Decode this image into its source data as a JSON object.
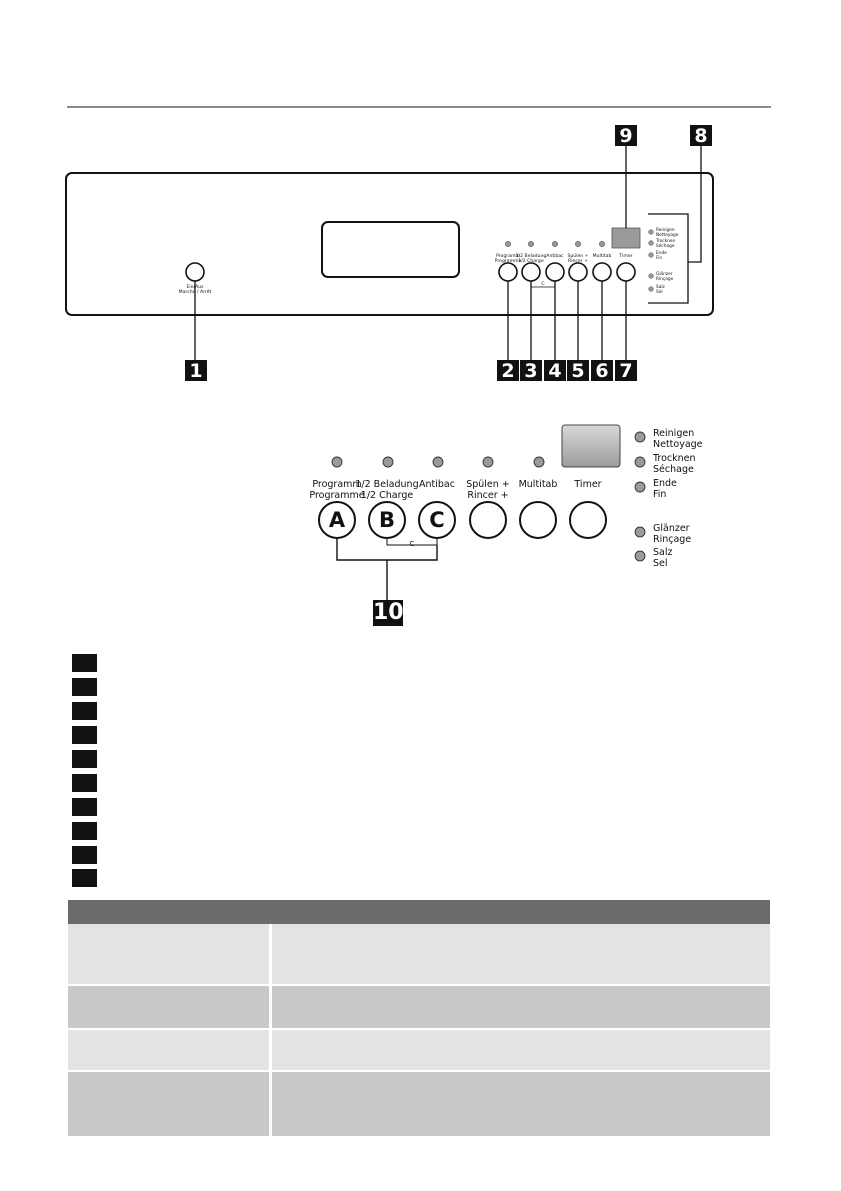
{
  "panel": {
    "onoff_label_1": "Ein/Aus",
    "onoff_label_2": "Marche / Arrêt",
    "buttons": [
      {
        "l1": "Programm",
        "l2": "Programme"
      },
      {
        "l1": "1/2 Beladung",
        "l2": "1/2 Charge"
      },
      {
        "l1": "Antibac",
        "l2": ""
      },
      {
        "l1": "Spülen +",
        "l2": "Rincer +"
      },
      {
        "l1": "Multitab",
        "l2": ""
      },
      {
        "l1": "Timer",
        "l2": ""
      }
    ],
    "bracket_label": "C",
    "indicators": [
      {
        "l1": "Reinigen",
        "l2": "Nettoyage"
      },
      {
        "l1": "Trocknen",
        "l2": "Séchage"
      },
      {
        "l1": "Ende",
        "l2": "Fin"
      },
      {
        "l1": "Glänzer",
        "l2": "Rinçage"
      },
      {
        "l1": "Salz",
        "l2": "Sel"
      }
    ]
  },
  "callouts": [
    "1",
    "2",
    "3",
    "4",
    "5",
    "6",
    "7",
    "8",
    "9",
    "10"
  ],
  "detail": {
    "button_letters": [
      "A",
      "B",
      "C"
    ],
    "bracket_label": "C"
  },
  "legend_rows": 10,
  "table_rows": 4,
  "colors": {
    "badge": "#111111",
    "led": "#9a9a9a",
    "table_header": "#6b6b6b",
    "row_dark": "#c8c8c8",
    "row_light": "#e3e3e3"
  }
}
